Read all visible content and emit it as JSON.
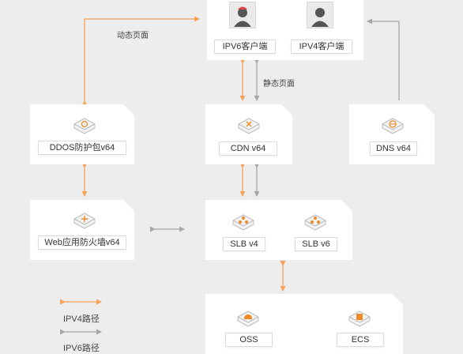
{
  "clients": {
    "ipv6": {
      "label": "IPV6客户端",
      "icon": "user-icon"
    },
    "ipv4": {
      "label": "IPV4客户端",
      "icon": "user-icon"
    }
  },
  "links": {
    "dynamic_page": "动态页面",
    "static_page": "静态页面"
  },
  "nodes": {
    "ddos": "DDOS防护包v64",
    "cdn": "CDN v64",
    "dns": "DNS v64",
    "waf": "Web应用防火墙v64",
    "slb_v4": "SLB v4",
    "slb_v6": "SLB v6",
    "oss": "OSS",
    "ecs": "ECS"
  },
  "legend": {
    "ipv4_path": "IPV4路径",
    "ipv6_path": "IPV6路径"
  },
  "colors": {
    "ipv4_path": "#f5a35a",
    "ipv6_path": "#a6a6a6",
    "icon_accent": "#f08a24",
    "card_bg": "#ffffff",
    "page_bg": "#ededed"
  }
}
